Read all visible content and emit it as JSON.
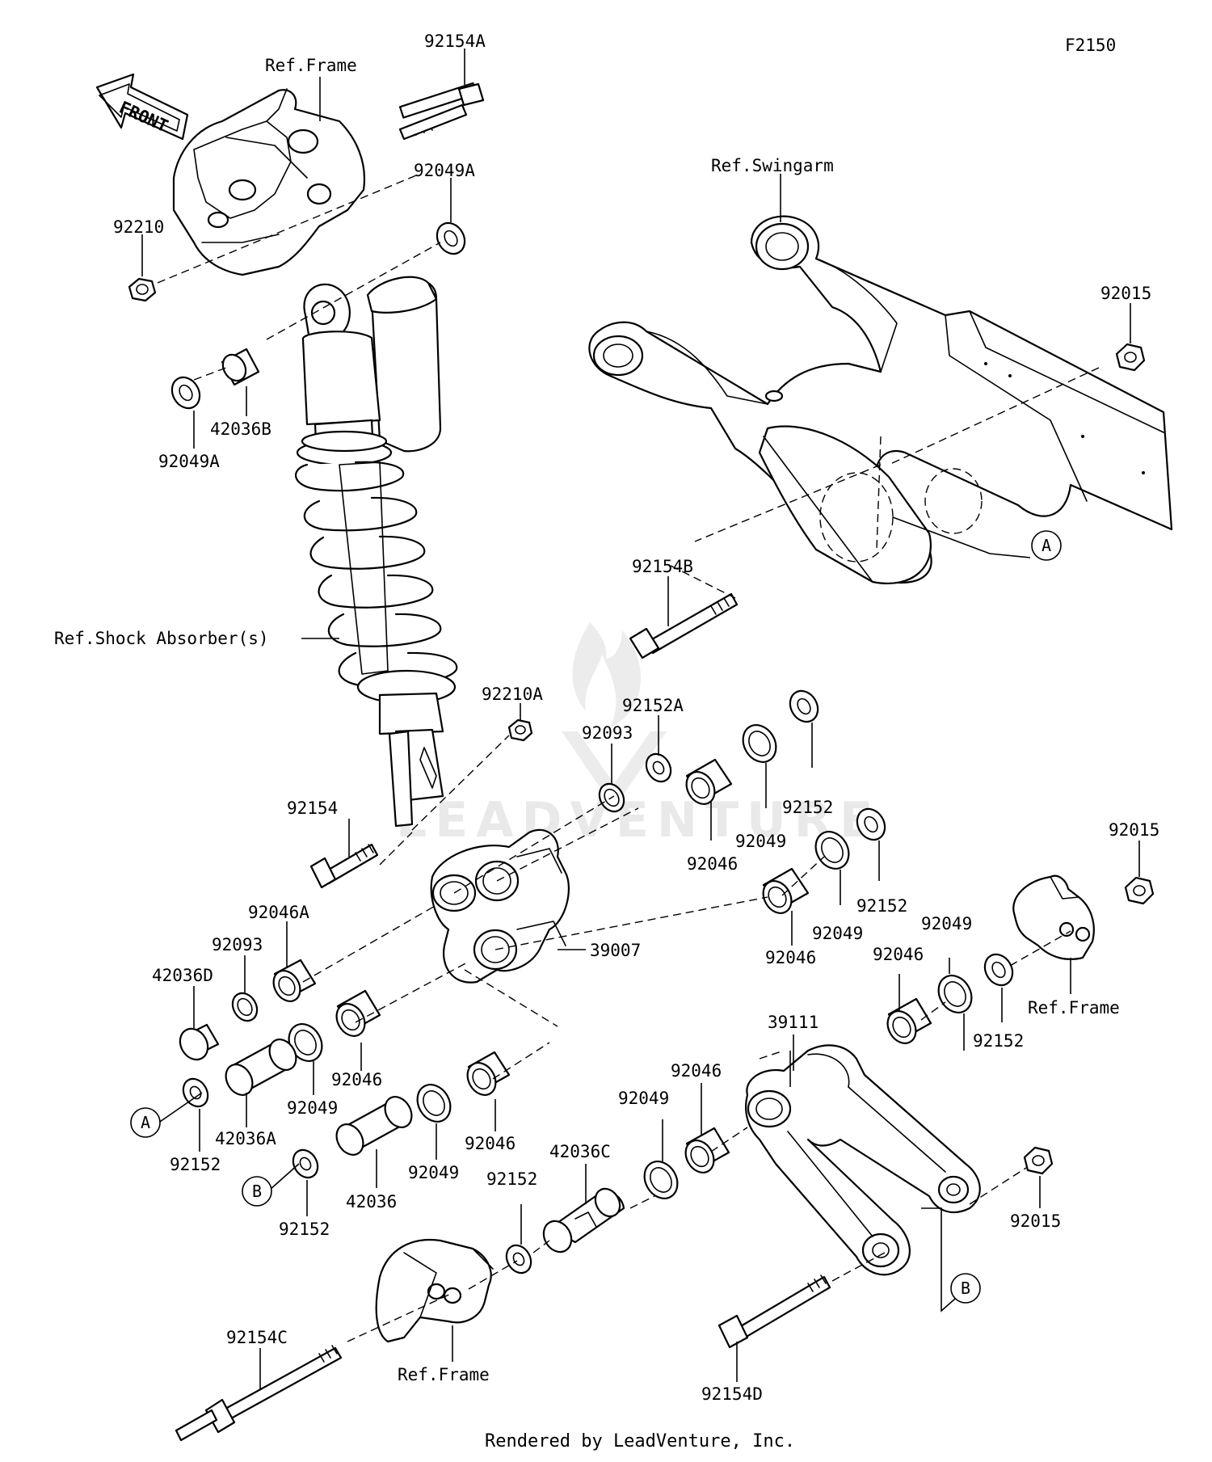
{
  "diagram_code": "F2150",
  "footer_credit": "Rendered by LeadVenture, Inc.",
  "watermark": "LEADVENTURE",
  "front_label": "FRONT",
  "part_labels": [
    {
      "id": "lbl-92154A",
      "text": "92154A"
    },
    {
      "id": "lbl-ref-frame-top",
      "text": "Ref.Frame"
    },
    {
      "id": "lbl-92049A-top",
      "text": "92049A"
    },
    {
      "id": "lbl-92210",
      "text": "92210"
    },
    {
      "id": "lbl-42036B",
      "text": "42036B"
    },
    {
      "id": "lbl-92049A-left",
      "text": "92049A"
    },
    {
      "id": "lbl-ref-swingarm",
      "text": "Ref.Swingarm"
    },
    {
      "id": "lbl-92015-top",
      "text": "92015"
    },
    {
      "id": "lbl-92154B",
      "text": "92154B"
    },
    {
      "id": "lbl-ref-shock",
      "text": "Ref.Shock Absorber(s)"
    },
    {
      "id": "lbl-92210A",
      "text": "92210A"
    },
    {
      "id": "lbl-92093-top",
      "text": "92093"
    },
    {
      "id": "lbl-92152A",
      "text": "92152A"
    },
    {
      "id": "lbl-92152-a",
      "text": "92152"
    },
    {
      "id": "lbl-92049-a",
      "text": "92049"
    },
    {
      "id": "lbl-92046-a",
      "text": "92046"
    },
    {
      "id": "lbl-92154",
      "text": "92154"
    },
    {
      "id": "lbl-92152-b",
      "text": "92152"
    },
    {
      "id": "lbl-92015-mid",
      "text": "92015"
    },
    {
      "id": "lbl-92049-b",
      "text": "92049"
    },
    {
      "id": "lbl-92046-b",
      "text": "92046"
    },
    {
      "id": "lbl-92046A",
      "text": "92046A"
    },
    {
      "id": "lbl-92093-left",
      "text": "92093"
    },
    {
      "id": "lbl-42036D",
      "text": "42036D"
    },
    {
      "id": "lbl-39007",
      "text": "39007"
    },
    {
      "id": "lbl-92049-c",
      "text": "92049"
    },
    {
      "id": "lbl-92046-c",
      "text": "92046"
    },
    {
      "id": "lbl-ref-frame-mid",
      "text": "Ref.Frame"
    },
    {
      "id": "lbl-92152-c",
      "text": "92152"
    },
    {
      "id": "lbl-39111",
      "text": "39111"
    },
    {
      "id": "lbl-92046-d",
      "text": "92046"
    },
    {
      "id": "lbl-92049-d",
      "text": "92049"
    },
    {
      "id": "lbl-92046-e",
      "text": "92046"
    },
    {
      "id": "lbl-42036A",
      "text": "42036A"
    },
    {
      "id": "lbl-92152-d",
      "text": "92152"
    },
    {
      "id": "lbl-92049-e",
      "text": "92049"
    },
    {
      "id": "lbl-92046-f",
      "text": "92046"
    },
    {
      "id": "lbl-92049-f",
      "text": "92049"
    },
    {
      "id": "lbl-42036C",
      "text": "42036C"
    },
    {
      "id": "lbl-42036",
      "text": "42036"
    },
    {
      "id": "lbl-92152-e",
      "text": "92152"
    },
    {
      "id": "lbl-92152-f",
      "text": "92152"
    },
    {
      "id": "lbl-92015-bot",
      "text": "92015"
    },
    {
      "id": "lbl-92154C",
      "text": "92154C"
    },
    {
      "id": "lbl-ref-frame-bot",
      "text": "Ref.Frame"
    },
    {
      "id": "lbl-92154D",
      "text": "92154D"
    }
  ],
  "callouts": {
    "a": "A",
    "b": "B"
  }
}
